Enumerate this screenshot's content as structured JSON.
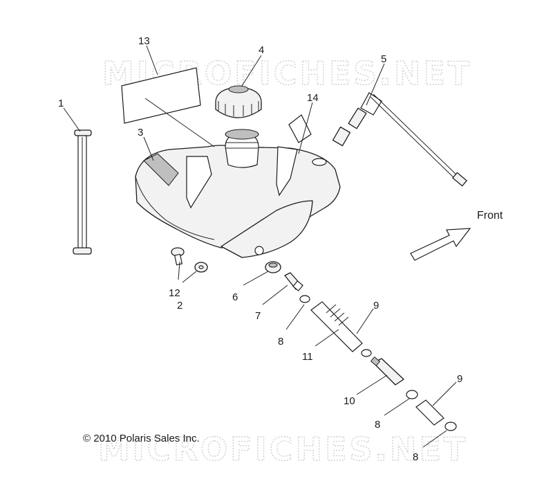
{
  "watermark": "MICROFICHES.NET",
  "copyright": "© 2010 Polaris Sales Inc.",
  "direction_label": "Front",
  "callouts": {
    "c1": "1",
    "c2": "2",
    "c3": "3",
    "c4": "4",
    "c5": "5",
    "c6": "6",
    "c7": "7",
    "c8a": "8",
    "c8b": "8",
    "c8c": "8",
    "c9a": "9",
    "c9b": "9",
    "c10": "10",
    "c11": "11",
    "c12": "12",
    "c13": "13",
    "c14": "14"
  }
}
